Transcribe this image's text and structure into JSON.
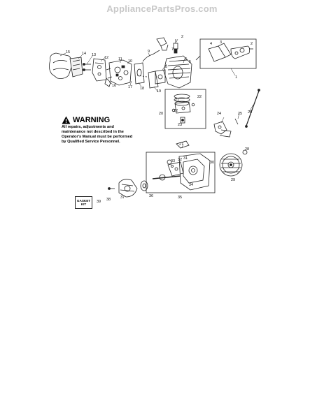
{
  "watermark": "AppliancePartsPros.com",
  "warning": {
    "title": "WARNING",
    "text": "All repairs, adjustments and maintenance not described in the Operator's Manual must be performed by Qualified Service Personnel."
  },
  "gasket_kit": {
    "label": "GASKET KIT"
  },
  "callouts": {
    "c1": "1",
    "c2": "2",
    "c3": "3",
    "c4": "4",
    "c5": "5",
    "c6": "6",
    "c7": "7",
    "c8": "8",
    "c9": "9",
    "c10": "10",
    "c11": "11",
    "c12": "12",
    "c13": "13",
    "c14": "14",
    "c15": "15",
    "c16": "16",
    "c17": "17",
    "c18": "18",
    "c19": "19",
    "c20": "20",
    "c21": "21",
    "c22": "22",
    "c22b": "22",
    "c22c": "22",
    "c23": "23",
    "c24": "24",
    "c25": "25",
    "c26": "26",
    "c27": "27",
    "c28": "28",
    "c29": "29",
    "c30": "30",
    "c31": "31",
    "c32": "32",
    "c33": "33",
    "c34": "34",
    "c35": "35",
    "c36": "36",
    "c37": "37",
    "c38": "38",
    "c39": "39",
    "c2b": "2"
  }
}
